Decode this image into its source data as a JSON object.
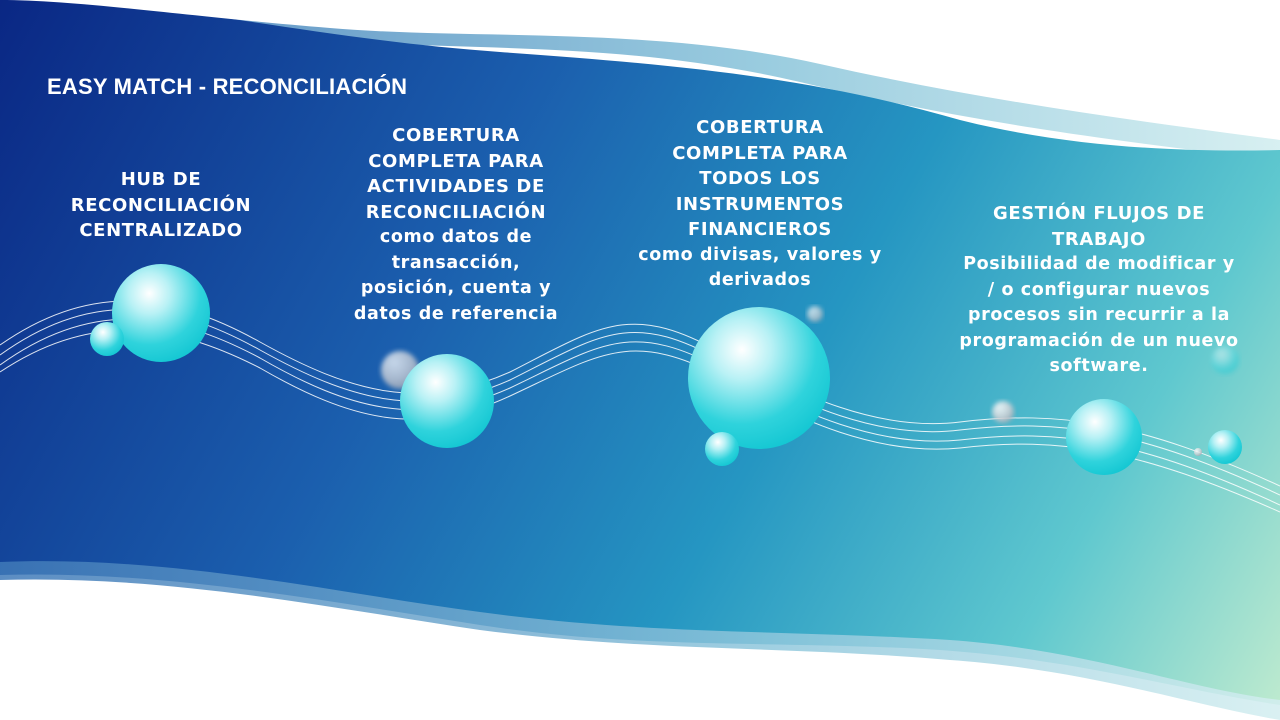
{
  "slide": {
    "title": "EASY MATCH - RECONCILIACIÓN",
    "colors": {
      "gradient_start": "#0d2f8a",
      "gradient_mid": "#1f8cbf",
      "gradient_end": "#b8e8cc",
      "bubble": "#1fd0da",
      "text": "#ffffff"
    },
    "items": [
      {
        "heading": "HUB DE\nRECONCILIACIÓN\nCENTRALIZADO",
        "body": ""
      },
      {
        "heading": "COBERTURA\nCOMPLETA PARA\nACTIVIDADES DE\nRECONCILIACIÓN",
        "body": "como datos de\ntransacción,\nposición, cuenta y\ndatos de referencia"
      },
      {
        "heading": "COBERTURA\nCOMPLETA PARA\nTODOS LOS\nINSTRUMENTOS\nFINANCIEROS",
        "body": "como divisas, valores y\nderivados"
      },
      {
        "heading": "GESTIÓN FLUJOS DE\nTRABAJO",
        "body": "Posibilidad de modificar y\n/ o configurar nuevos\nprocesos sin recurrir a la\nprogramación de un nuevo\nsoftware."
      }
    ]
  }
}
